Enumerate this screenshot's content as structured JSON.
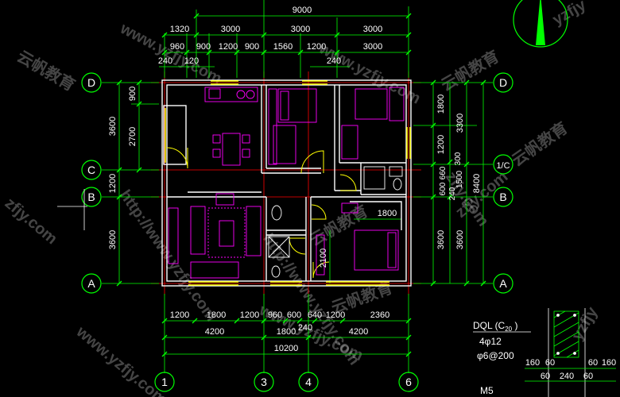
{
  "colors": {
    "background": "#000000",
    "dim_line": "#00ff00",
    "wall": "#ffffff",
    "axis_line": "#ff0000",
    "furniture": "#ff00ff",
    "door": "#ffff00",
    "fixture": "#ffffff",
    "watermark": "#cccccc"
  },
  "top_dims": {
    "row1": [
      "9000"
    ],
    "row2": [
      "1320",
      "3000",
      "3000",
      "3000"
    ],
    "row3": [
      "960",
      "900",
      "1200",
      "900",
      "1560",
      "1200",
      "3000"
    ],
    "row4": [
      "240",
      "120",
      "240"
    ]
  },
  "bottom_dims": {
    "row1": [
      "1200",
      "1800",
      "1200",
      "960",
      "600",
      "640",
      "1200",
      "2360"
    ],
    "row2": [
      "4200",
      "1800",
      "4200"
    ],
    "row2_extra": "240",
    "row3": [
      "10200"
    ]
  },
  "left_dims": {
    "outer": [
      "3600",
      "1200",
      "3600"
    ],
    "inner": [
      "900",
      "2700"
    ]
  },
  "right_dims": {
    "col1": [
      "1800",
      "1200",
      "3600"
    ],
    "col2": [
      "660",
      "600",
      "240",
      "1500",
      "300"
    ],
    "col3": [
      "3300",
      "3600"
    ],
    "col4": [
      "8400"
    ]
  },
  "axes": {
    "rows": [
      "D",
      "C",
      "B",
      "A"
    ],
    "rows_right": [
      "D",
      "1/C",
      "B",
      "A"
    ],
    "cols": [
      "1",
      "3",
      "4",
      "6"
    ]
  },
  "interior_dims": {
    "width_1800": "1800",
    "height_2100": "2100"
  },
  "column_detail": {
    "title": "DQL (C",
    "subscript": "20",
    "title_end": " )",
    "rebar_main": "4φ12",
    "rebar_stirrup": "φ6@200",
    "dims_top": [
      "160",
      "60",
      "60",
      "160"
    ],
    "dims_bottom": [
      "60",
      "240",
      "60"
    ],
    "footer": "M5"
  },
  "watermarks": {
    "url_a": "www.yzfjy.com",
    "url_b": "http://www.yzfjy.com",
    "brand": "云帆教育",
    "short": "yzfjy",
    "frag": "zfjy.com"
  }
}
